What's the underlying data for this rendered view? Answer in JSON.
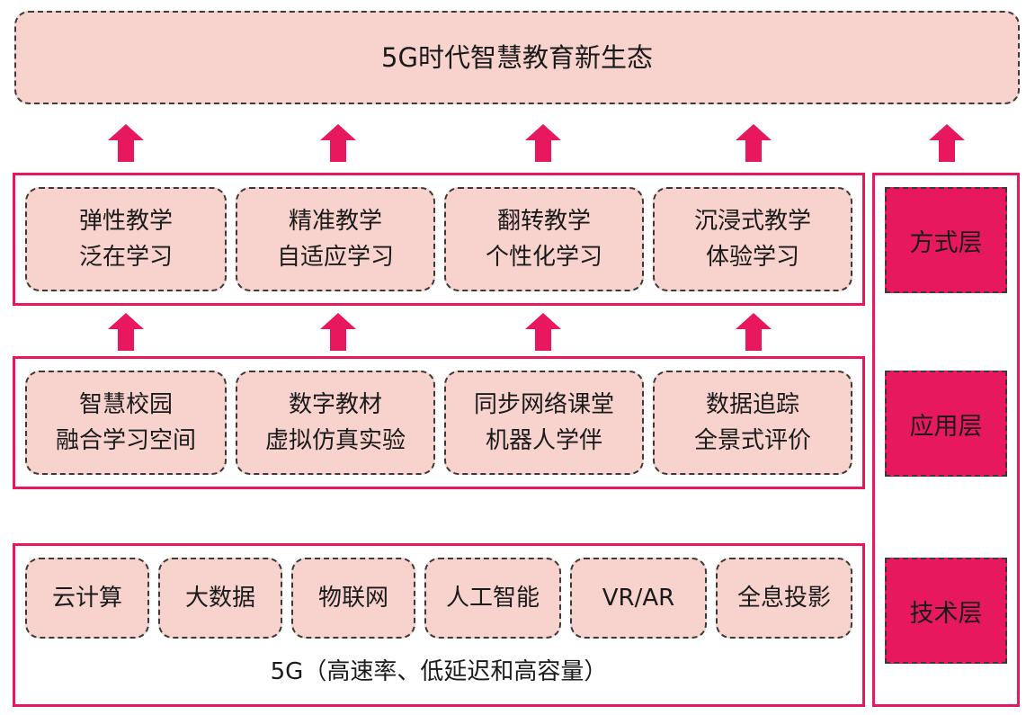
{
  "title": "5G时代智慧教育新生态",
  "colors": {
    "accent": "#e8185f",
    "box_fill": "#f8d3cd",
    "dashed_border": "#3a3a3a"
  },
  "mode_row": [
    {
      "line1": "弹性教学",
      "line2": "泛在学习"
    },
    {
      "line1": "精准教学",
      "line2": "自适应学习"
    },
    {
      "line1": "翻转教学",
      "line2": "个性化学习"
    },
    {
      "line1": "沉浸式教学",
      "line2": "体验学习"
    }
  ],
  "application_row": [
    {
      "line1": "智慧校园",
      "line2": "融合学习空间"
    },
    {
      "line1": "数字教材",
      "line2": "虚拟仿真实验"
    },
    {
      "line1": "同步网络课堂",
      "line2": "机器人学伴"
    },
    {
      "line1": "数据追踪",
      "line2": "全景式评价"
    }
  ],
  "technology_row": [
    "云计算",
    "大数据",
    "物联网",
    "人工智能",
    "VR/AR",
    "全息投影"
  ],
  "technology_footer": "5G（高速率、低延迟和高容量）",
  "layer_labels": {
    "mode": "方式层",
    "application": "应用层",
    "technology": "技术层"
  }
}
